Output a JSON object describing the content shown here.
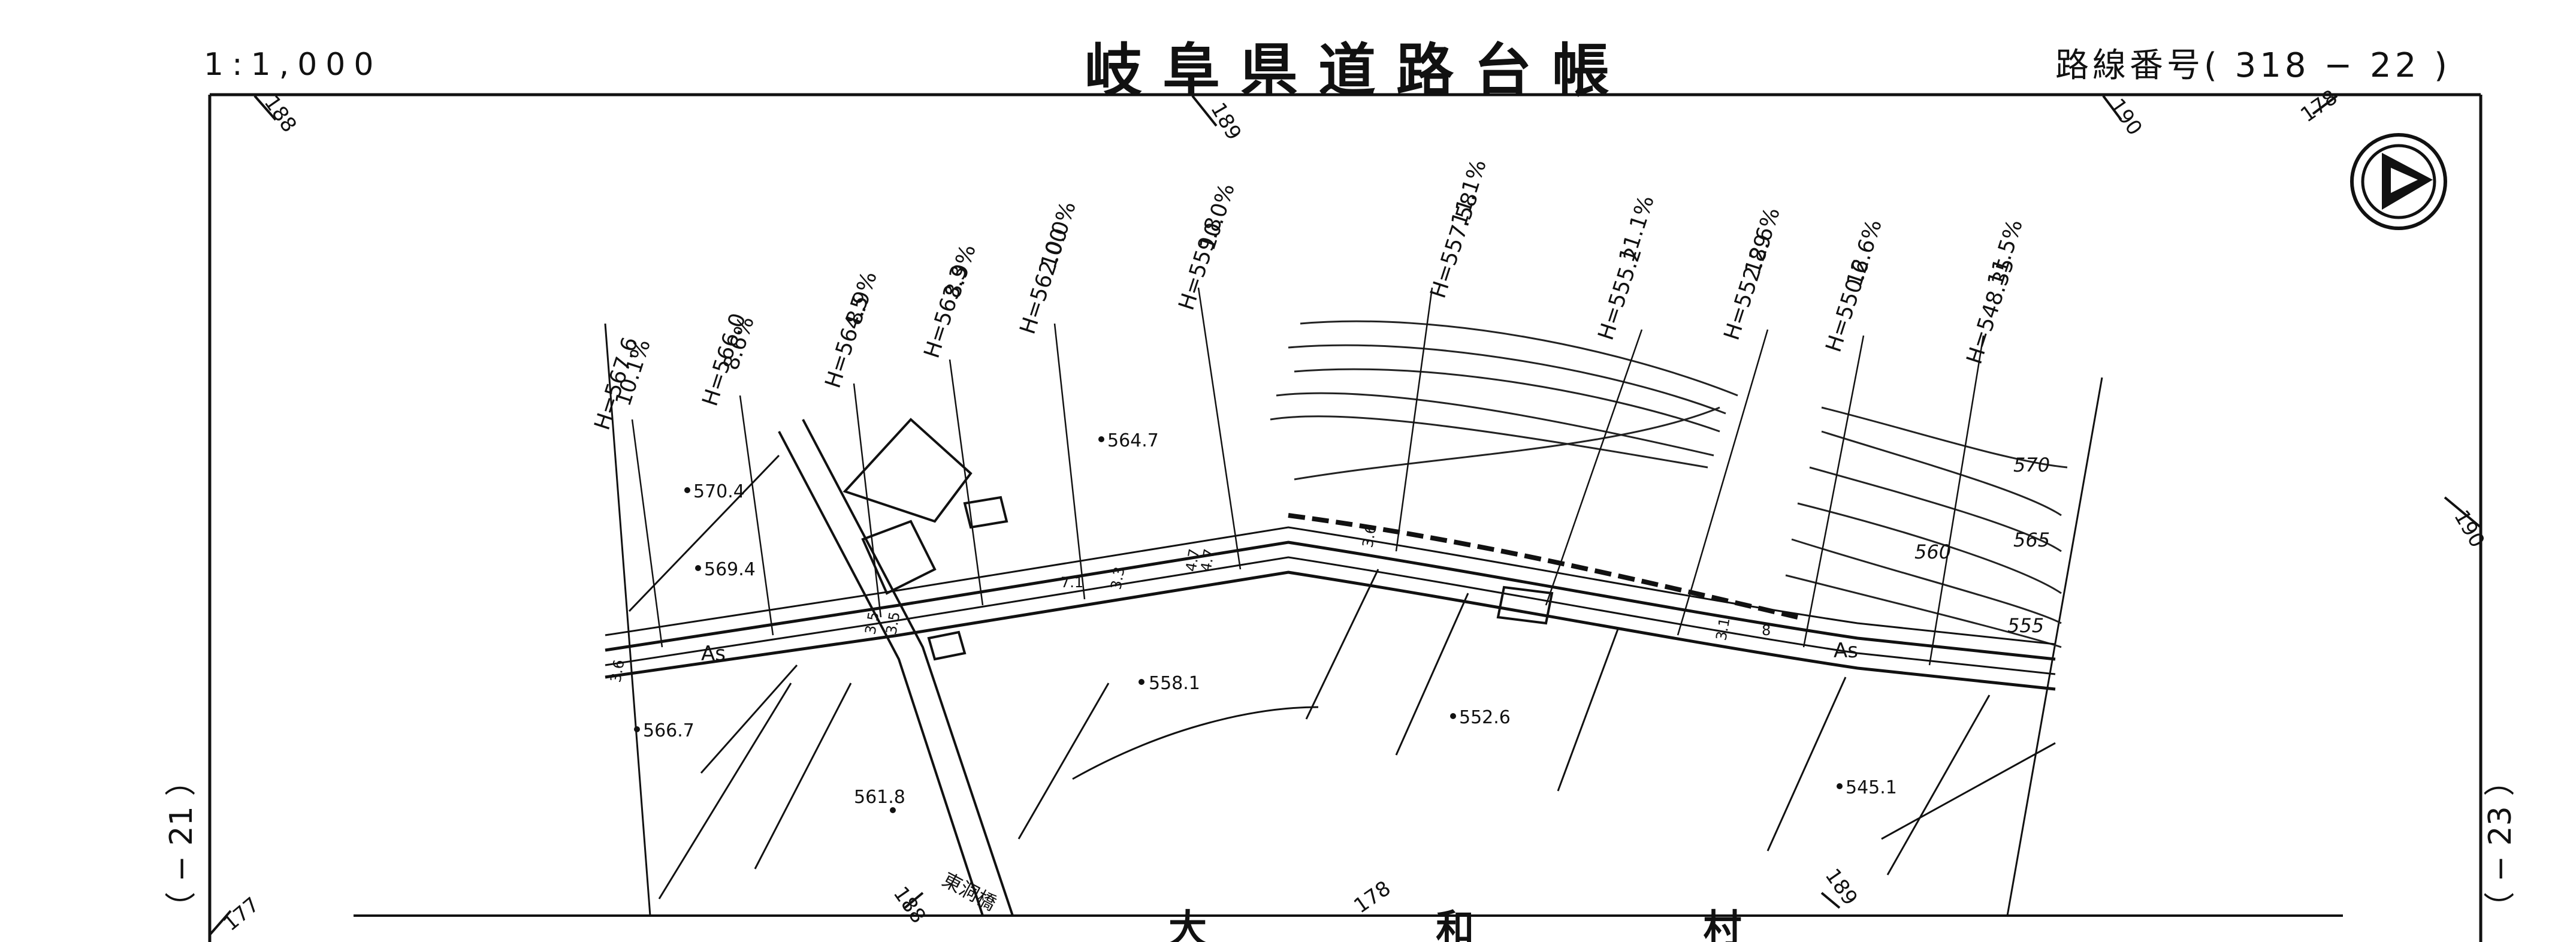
{
  "header": {
    "scale": "1:1,000",
    "title": "岐阜県道路台帳",
    "route_number": "路線番号( 318 − 22 )"
  },
  "side_labels": {
    "left_sheet": "（ − 21 ）",
    "right_sheet": "（ − 23 ）"
  },
  "bottom_label": "大 和 村",
  "north_arrow": {
    "icon": "north-arrow-icon"
  },
  "sections": [
    {
      "elevation": "H=567.6",
      "grade": "10.1%"
    },
    {
      "elevation": "H=566.0",
      "grade": "8.6%"
    },
    {
      "elevation": "H=564.5",
      "grade": "8.9%"
    },
    {
      "elevation": "H=563.3",
      "grade": "8.9%"
    },
    {
      "elevation": "H=562.00",
      "grade": "10.0%"
    },
    {
      "elevation": "H=559.8",
      "grade": "10.0%"
    },
    {
      "elevation": "H=557.58",
      "grade": "11.1%"
    },
    {
      "elevation": "H=555.2",
      "grade": "11.1%"
    },
    {
      "elevation": "H=552.89",
      "grade": "12.6%"
    },
    {
      "elevation": "H=550.6",
      "grade": "12.6%"
    },
    {
      "elevation": "H=548.35",
      "grade": "11.5%"
    }
  ],
  "spot_heights": [
    "570.4",
    "569.4",
    "564.7",
    "566.7",
    "561.8",
    "558.1",
    "552.6",
    "545.1"
  ],
  "contours": [
    "570",
    "565",
    "560",
    "555"
  ],
  "road_surface": [
    "As",
    "As"
  ],
  "bridge_name": "東洞橋",
  "coordinate_marks": [
    "188",
    "177",
    "189",
    "190",
    "178",
    "190",
    "188",
    "178",
    "189",
    "177"
  ],
  "road_widths": [
    "3.6",
    "3.6",
    "3.5",
    "3.5",
    "3.3",
    "4.7",
    "4.7",
    "7.1",
    "3.6",
    "3.1",
    "8"
  ],
  "colors": {
    "ink": "#111111",
    "paper": "#ffffff"
  }
}
